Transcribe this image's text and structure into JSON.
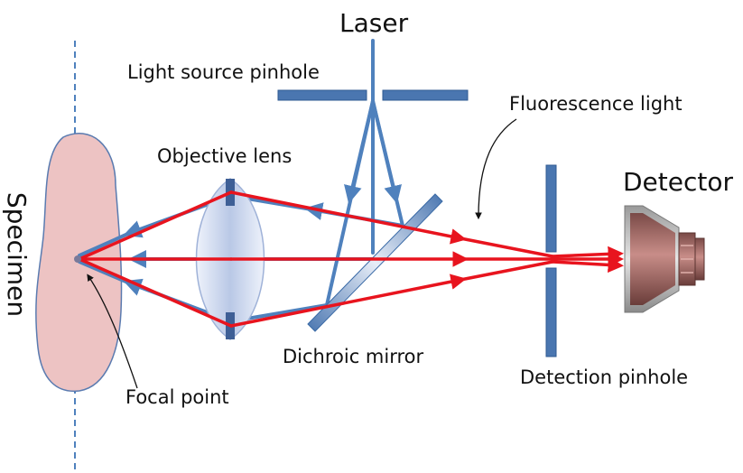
{
  "labels": {
    "laser": "Laser",
    "light_source_pinhole": "Light source pinhole",
    "fluorescence_light": "Fluorescence light",
    "objective_lens": "Objective lens",
    "detector": "Detector",
    "specimen": "Specimen",
    "dichroic_mirror": "Dichroic mirror",
    "detection_pinhole": "Detection pinhole",
    "focal_point": "Focal point"
  },
  "colors": {
    "laser_beam": "#4f81bd",
    "fluorescence_beam": "#e8141e",
    "pinhole_plate": "#4a76b0",
    "specimen_fill": "#edc3c3",
    "specimen_border": "#5a7bb0",
    "focal_axis": "#4f81bd"
  },
  "icons": {
    "detector": "detector-photomultiplier-icon",
    "lens": "biconvex-lens-icon",
    "mirror": "dichroic-mirror-icon"
  }
}
